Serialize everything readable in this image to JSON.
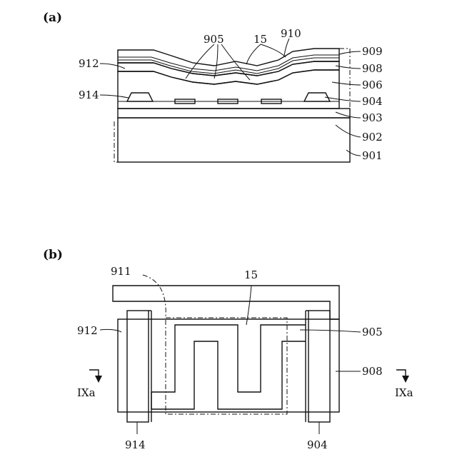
{
  "panel_a": {
    "label": "(a)",
    "refs": {
      "r909": "909",
      "r908": "908",
      "r906": "906",
      "r904": "904",
      "r903": "903",
      "r902": "902",
      "r901": "901",
      "r912": "912",
      "r914": "914",
      "r905": "905",
      "r15": "15",
      "r910": "910"
    }
  },
  "panel_b": {
    "label": "(b)",
    "refs": {
      "r911": "911",
      "r15": "15",
      "r912": "912",
      "r905": "905",
      "r908": "908",
      "r914": "914",
      "r904": "904"
    },
    "section_left": "IXa",
    "section_right": "IXa"
  }
}
